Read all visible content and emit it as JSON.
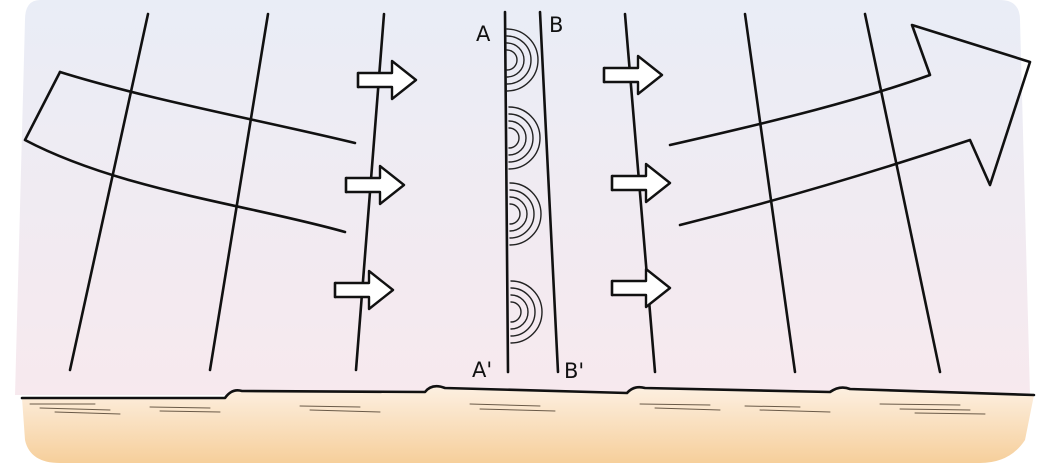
{
  "labels": {
    "a": "A",
    "b": "B",
    "a_prime": "A'",
    "b_prime": "B'"
  },
  "colors": {
    "sky_top": "#e9edf6",
    "sky_bottom": "#f6e9ee",
    "ground_top": "#fbe9d5",
    "ground_bottom": "#f6cf9b",
    "ink": "#111111"
  },
  "icons": {
    "wind_arrow": "right-arrow-icon",
    "large_arrow": "curved-arrow-icon",
    "ripples": "wave-ripple-icon"
  }
}
